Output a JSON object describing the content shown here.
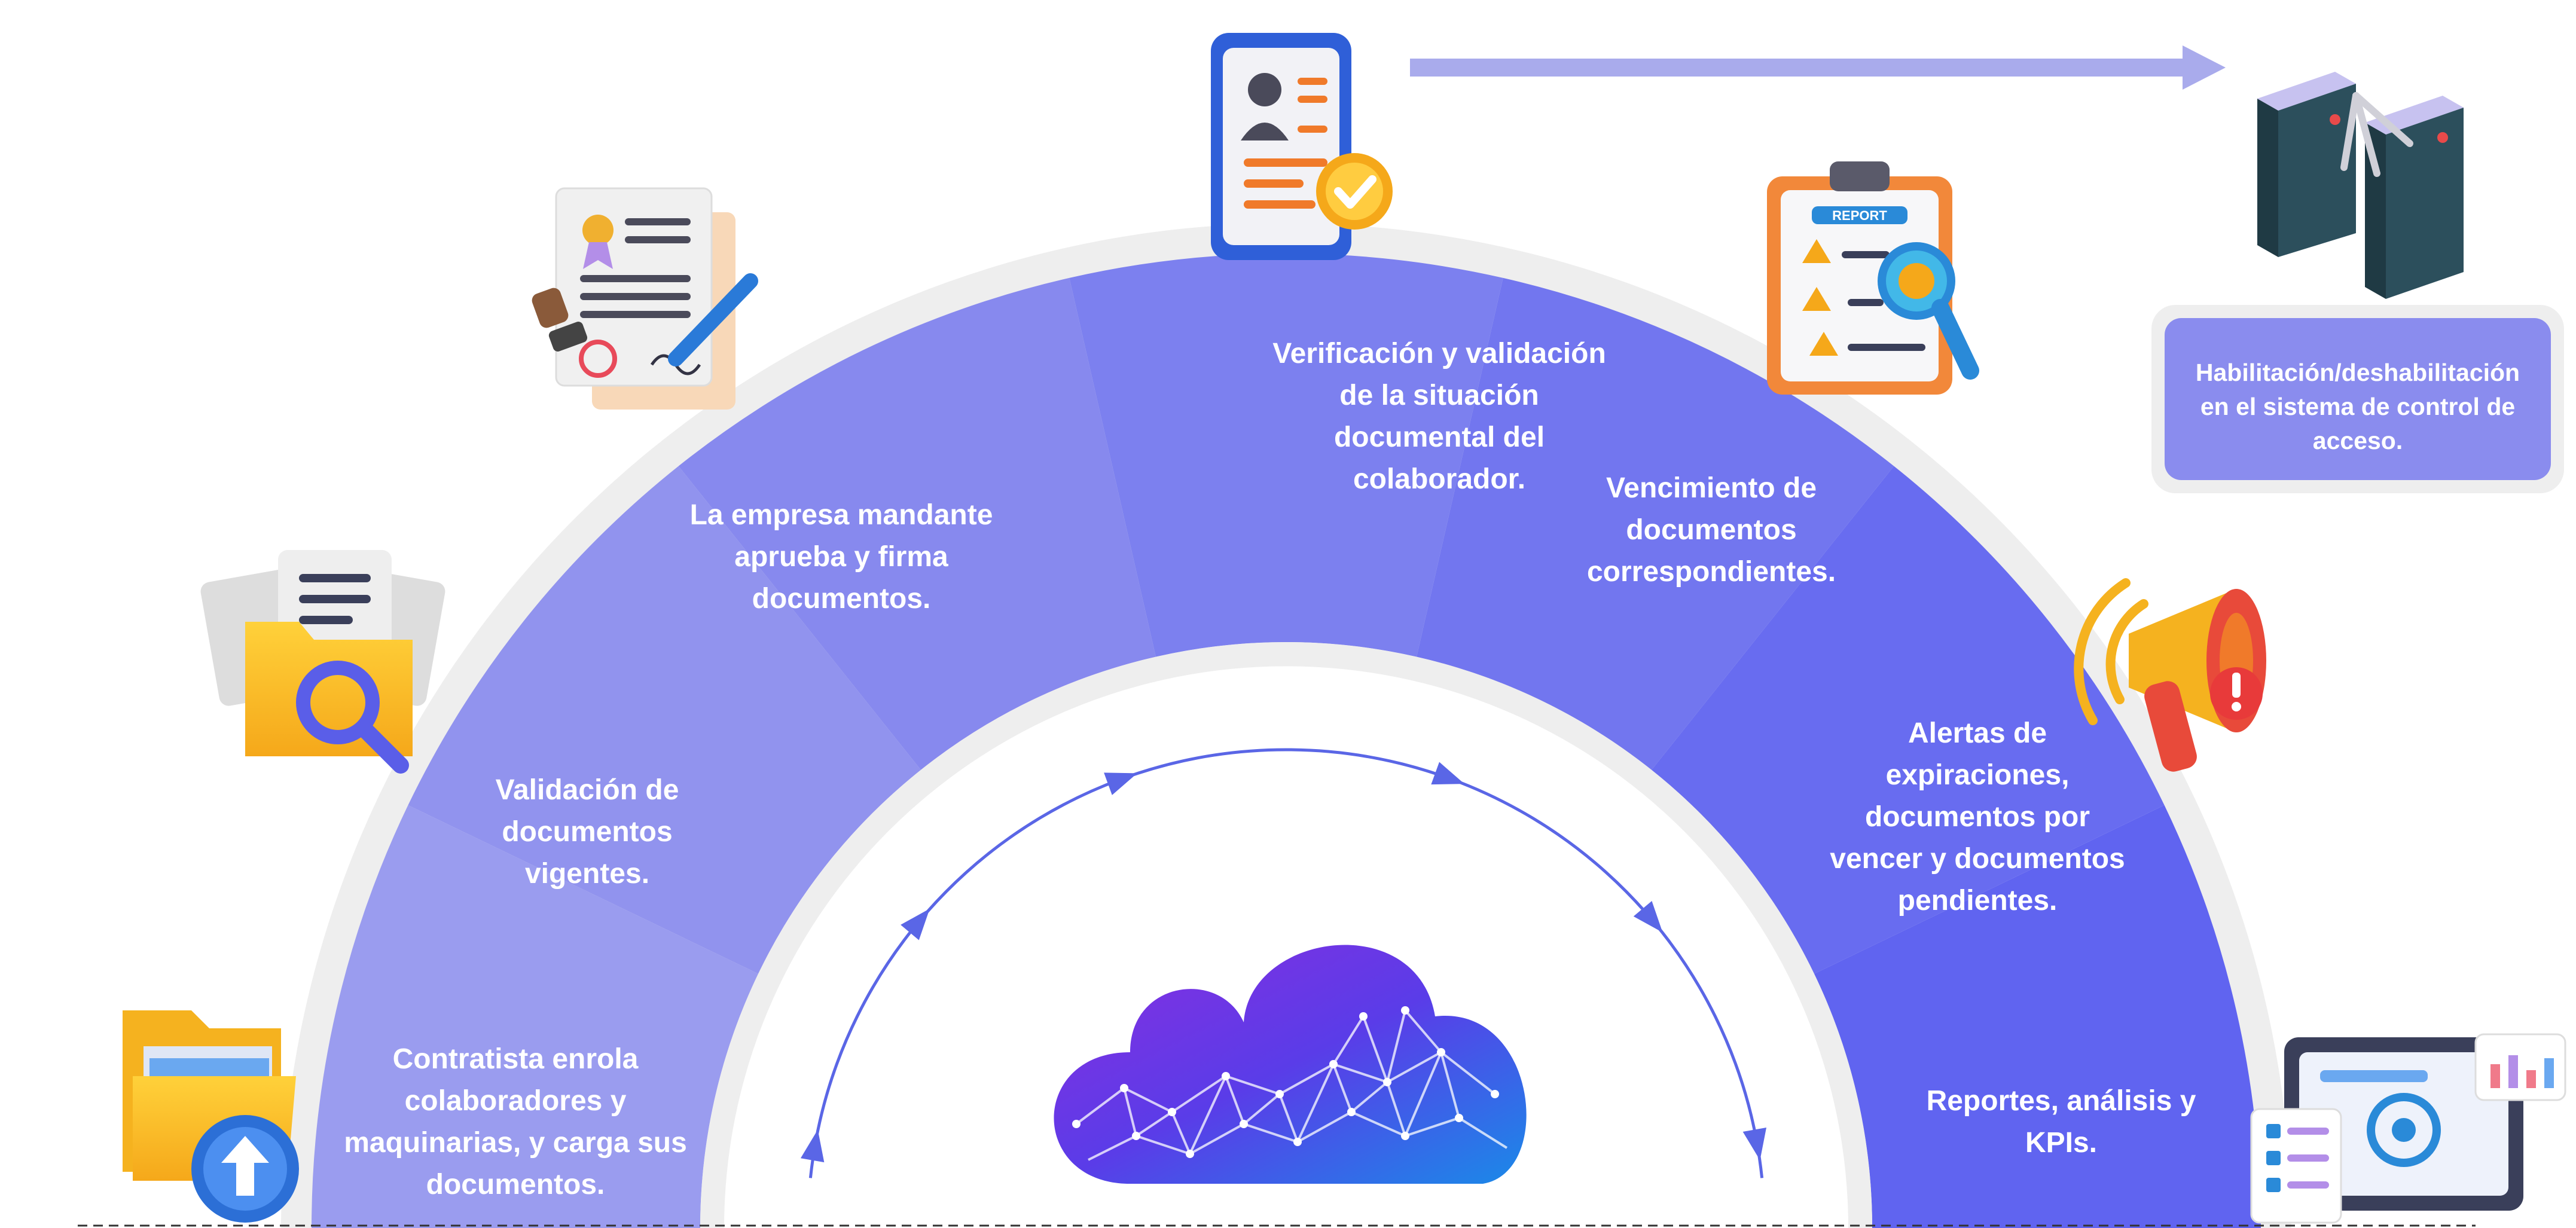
{
  "segments": [
    {
      "lines": [
        "Contratista enrola",
        "colaboradores y",
        "maquinarias, y carga sus",
        "documentos."
      ],
      "color": "#9a9cef",
      "icon": "folder-upload-icon"
    },
    {
      "lines": [
        "Validación de",
        "documentos",
        "vigentes."
      ],
      "color": "#9193ee",
      "icon": "folder-search-icon"
    },
    {
      "lines": [
        "La empresa mandante",
        "aprueba y firma",
        "documentos."
      ],
      "color": "#8789ee",
      "icon": "signed-document-icon"
    },
    {
      "lines": [
        "Verificación y validación",
        "de la situación",
        "documental del",
        "colaborador."
      ],
      "color": "#7c80ef",
      "icon": "id-verification-phone-icon"
    },
    {
      "lines": [
        "Vencimiento de",
        "documentos",
        "correspondientes."
      ],
      "color": "#7276ef",
      "icon": "report-clipboard-icon"
    },
    {
      "lines": [
        "Alertas de",
        "expiraciones,",
        "documentos por",
        "vencer y documentos",
        "pendientes."
      ],
      "color": "#686cf0",
      "icon": "megaphone-alert-icon"
    },
    {
      "lines": [
        "Reportes, análisis y",
        "KPIs."
      ],
      "color": "#6064f0",
      "icon": "analytics-dashboard-icon"
    }
  ],
  "access_box": {
    "lines": [
      "Habilitación/deshabilitación",
      "en el sistema de control de",
      "acceso."
    ],
    "color": "#8a8cee",
    "icon": "turnstile-gate-icon"
  },
  "center": {
    "icon": "cloud-network-icon",
    "cycle": "cycle-arrows-icon"
  },
  "colors": {
    "ring": "#eeeeee",
    "arrow": "#a9abec",
    "cycle": "#5a66e6"
  }
}
